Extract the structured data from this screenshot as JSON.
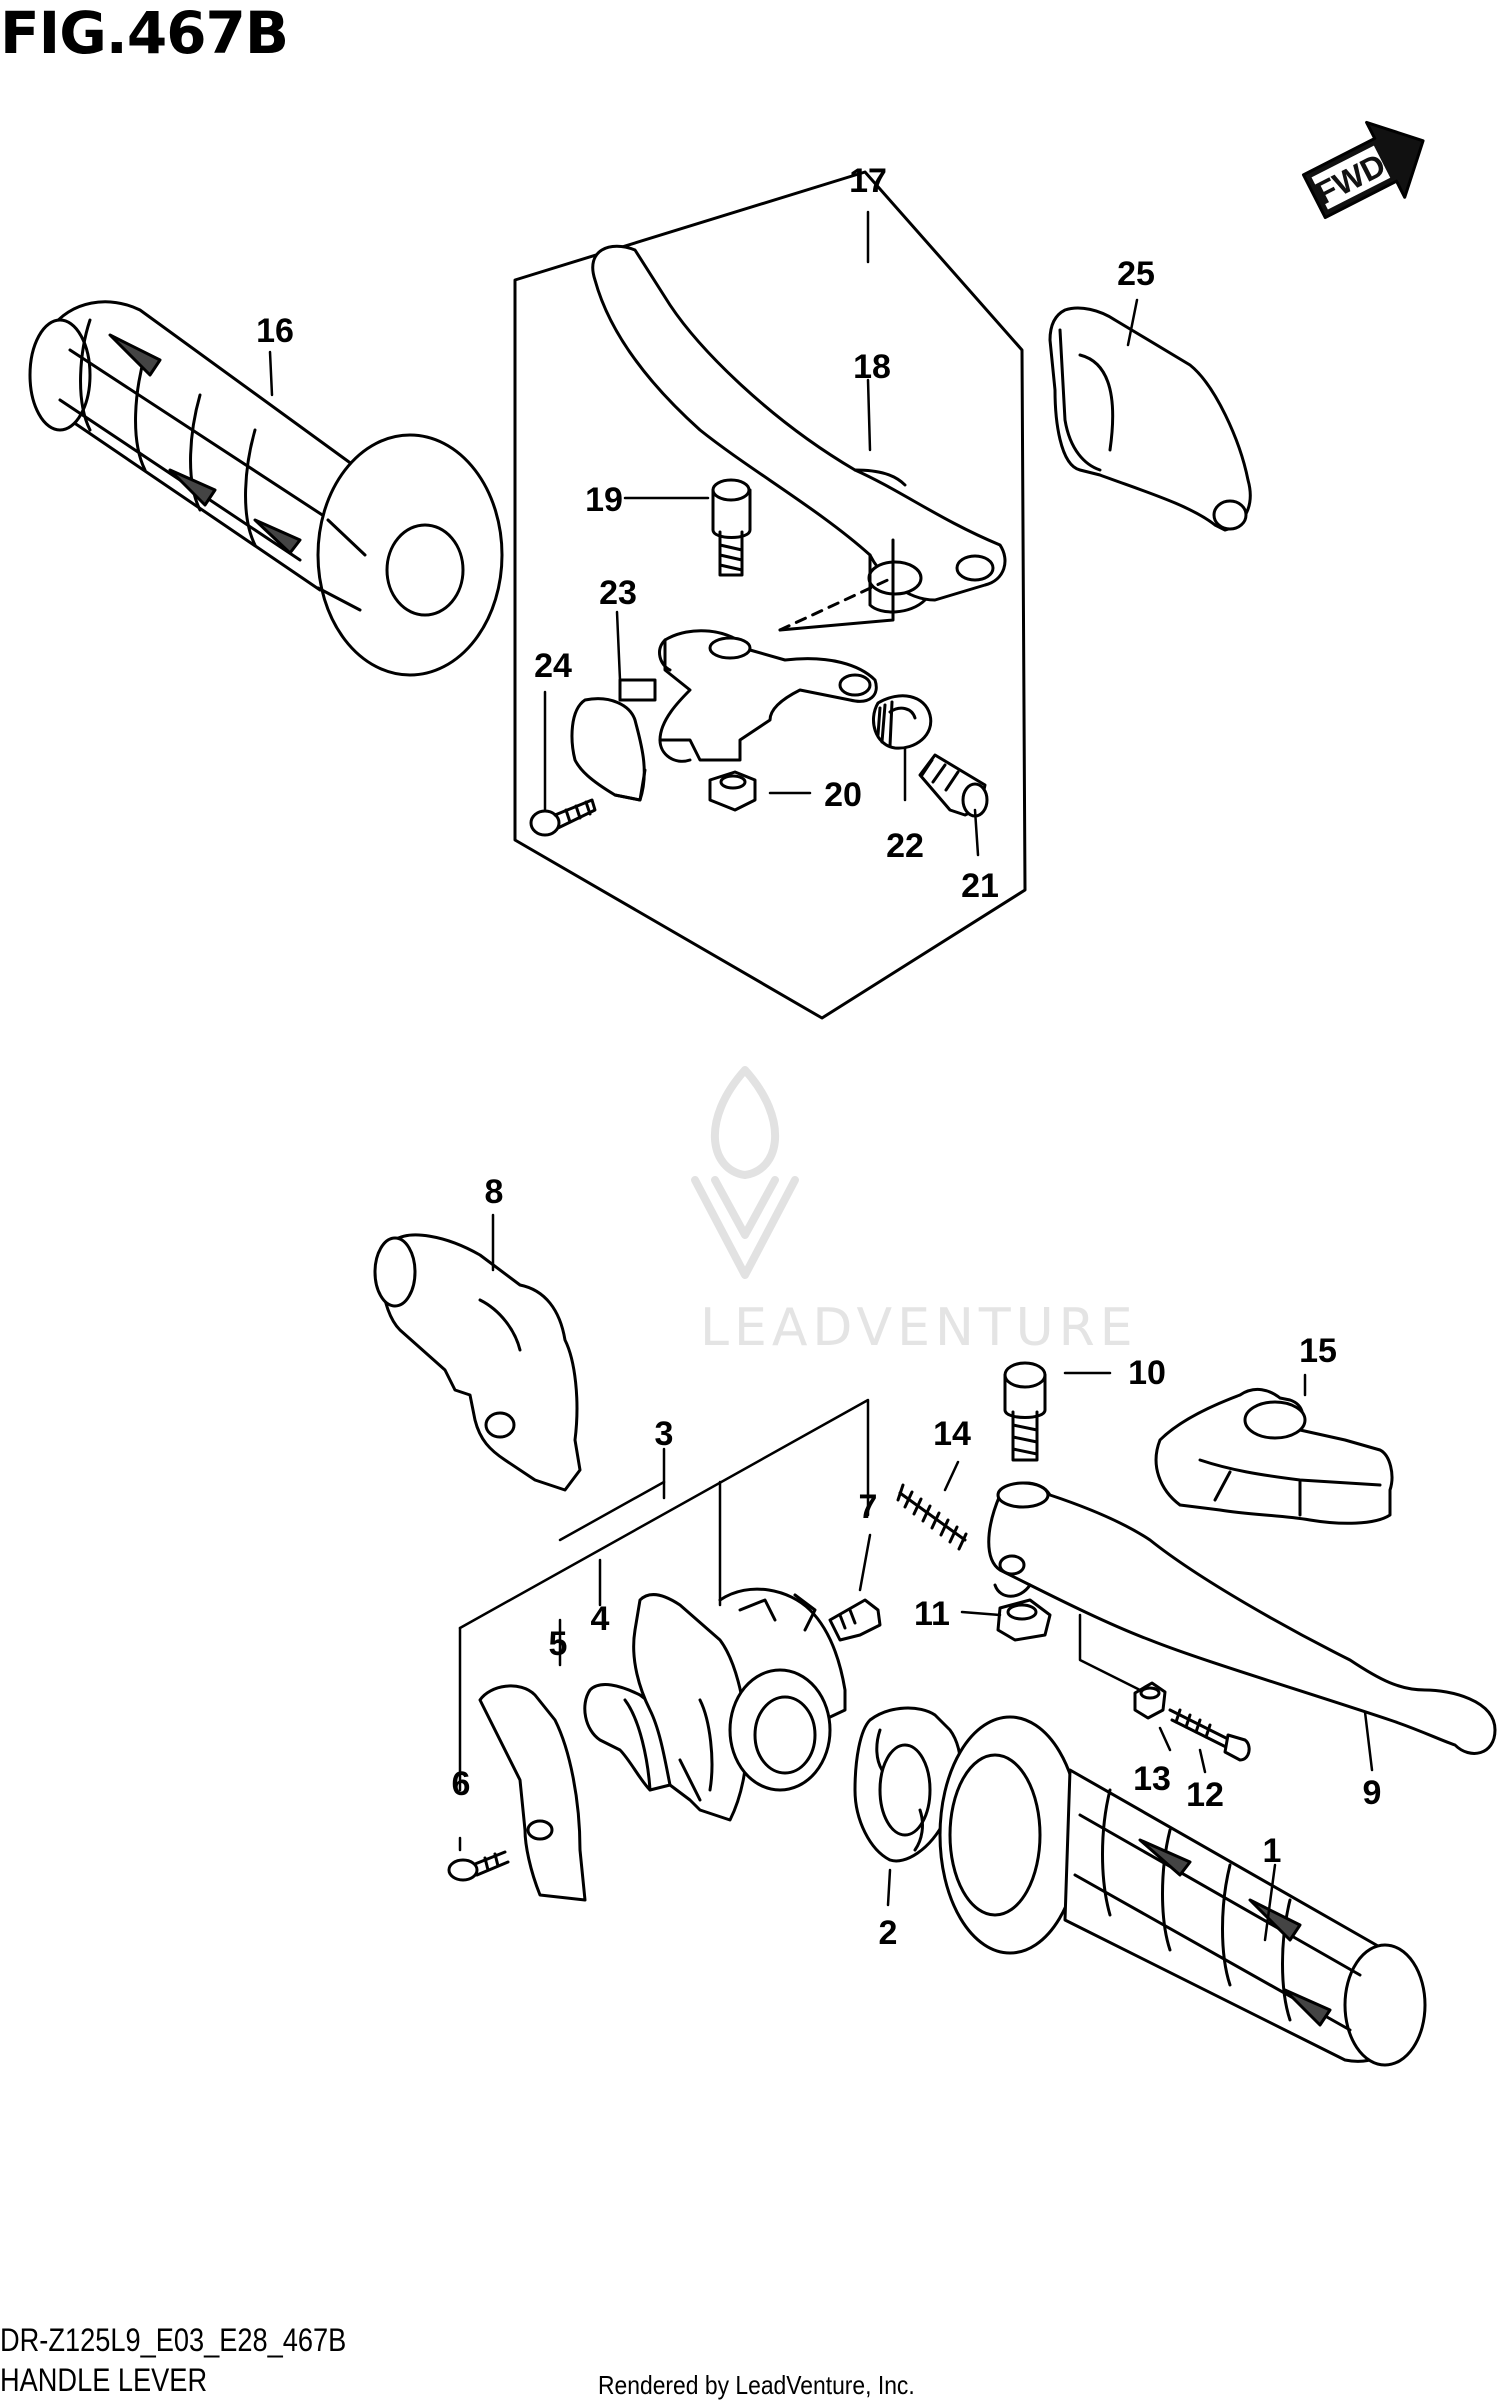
{
  "figure": {
    "title": "FIG.467B",
    "model_code": "DR-Z125L9_E03_E28_467B",
    "name": "HANDLE LEVER",
    "rendered_by": "Rendered by LeadVenture, Inc.",
    "watermark": "LEADVENTURE",
    "fwd_label": "FWD"
  },
  "callouts": [
    "1",
    "2",
    "3",
    "4",
    "5",
    "6",
    "7",
    "8",
    "9",
    "10",
    "11",
    "12",
    "13",
    "14",
    "15",
    "16",
    "17",
    "18",
    "19",
    "20",
    "21",
    "22",
    "23",
    "24",
    "25"
  ]
}
